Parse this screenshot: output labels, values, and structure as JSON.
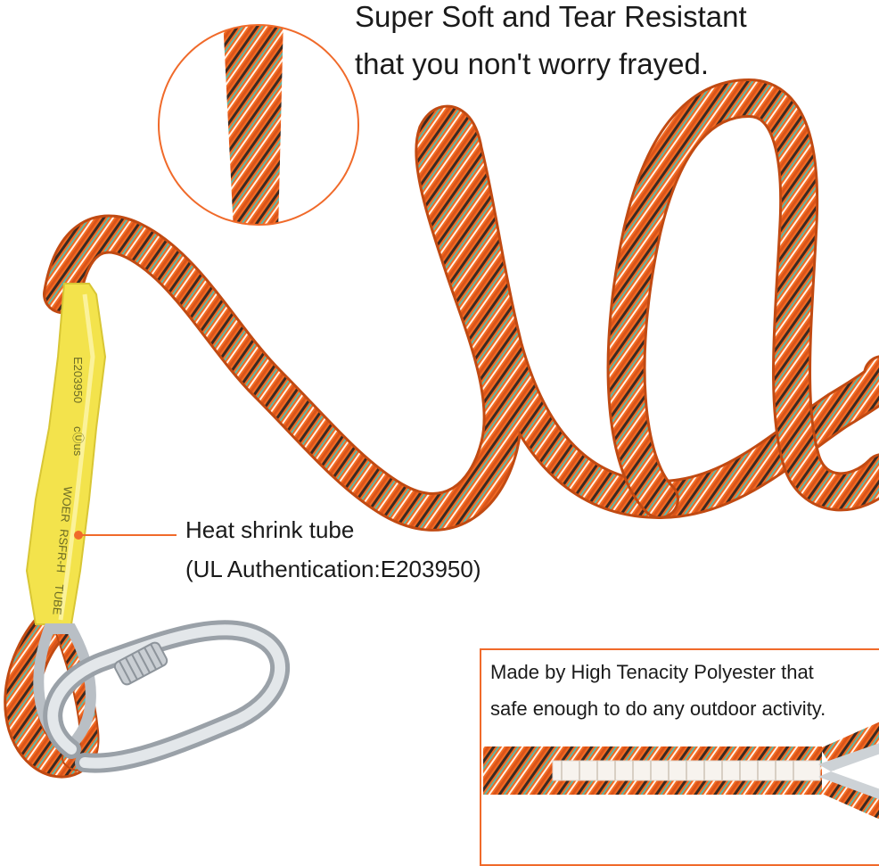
{
  "headline": {
    "line1": "Super Soft and Tear Resistant",
    "line2": "that you non't worry frayed."
  },
  "callout_tube": {
    "line1": "Heat shrink tube",
    "line2": "(UL Authentication:E203950)"
  },
  "callout_material": {
    "line1": "Made by High Tenacity Polyester that",
    "line2": "safe enough to do any outdoor activity."
  },
  "tube_print": [
    "E203950",
    "cⓊus",
    "WOER",
    "RSFR-H",
    "TUBE"
  ],
  "colors": {
    "rope_orange": "#f36a22",
    "rope_dark": "#c14a12",
    "tube_yellow": "#f3e34c",
    "accent": "#f06a2a",
    "steel": "#c9ced3"
  }
}
